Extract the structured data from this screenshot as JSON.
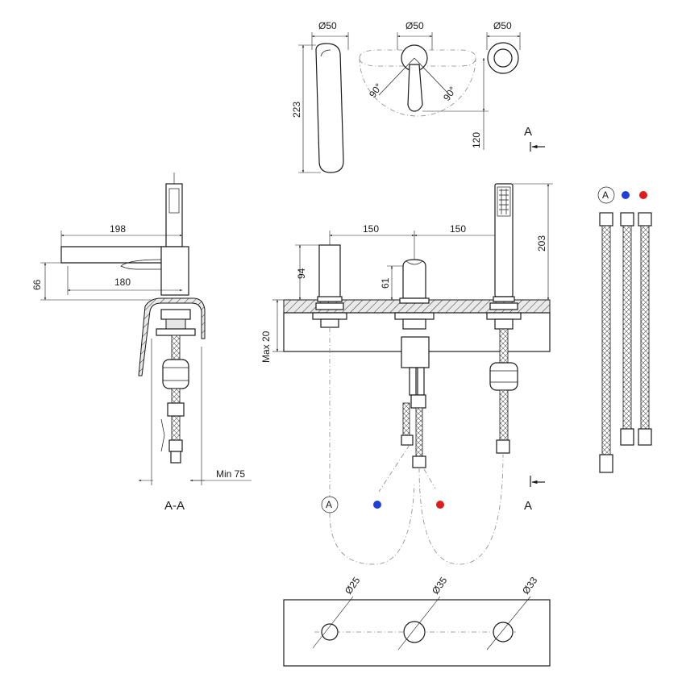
{
  "dimensions": {
    "top_diam_1": "Ø50",
    "top_diam_2": "Ø50",
    "top_diam_3": "Ø50",
    "height_223": "223",
    "angle_left": "90°",
    "angle_right": "90°",
    "height_120": "120",
    "spout_198": "198",
    "spout_180": "180",
    "height_66": "66",
    "min_75": "Min 75",
    "spacing_left": "150",
    "spacing_right": "150",
    "height_94": "94",
    "height_61": "61",
    "height_203": "203",
    "max_20": "Max 20",
    "hole_25": "Ø25",
    "hole_35": "Ø35",
    "hole_33": "Ø33"
  },
  "labels": {
    "section_mark_top": "A",
    "section_mark_bottom": "A",
    "section_view": "A-A",
    "hose_marker": "A",
    "hose_legend_marker": "A"
  },
  "colors": {
    "cold": "#1f3fd6",
    "hot": "#e01b1b",
    "line": "#1a1a1a"
  }
}
